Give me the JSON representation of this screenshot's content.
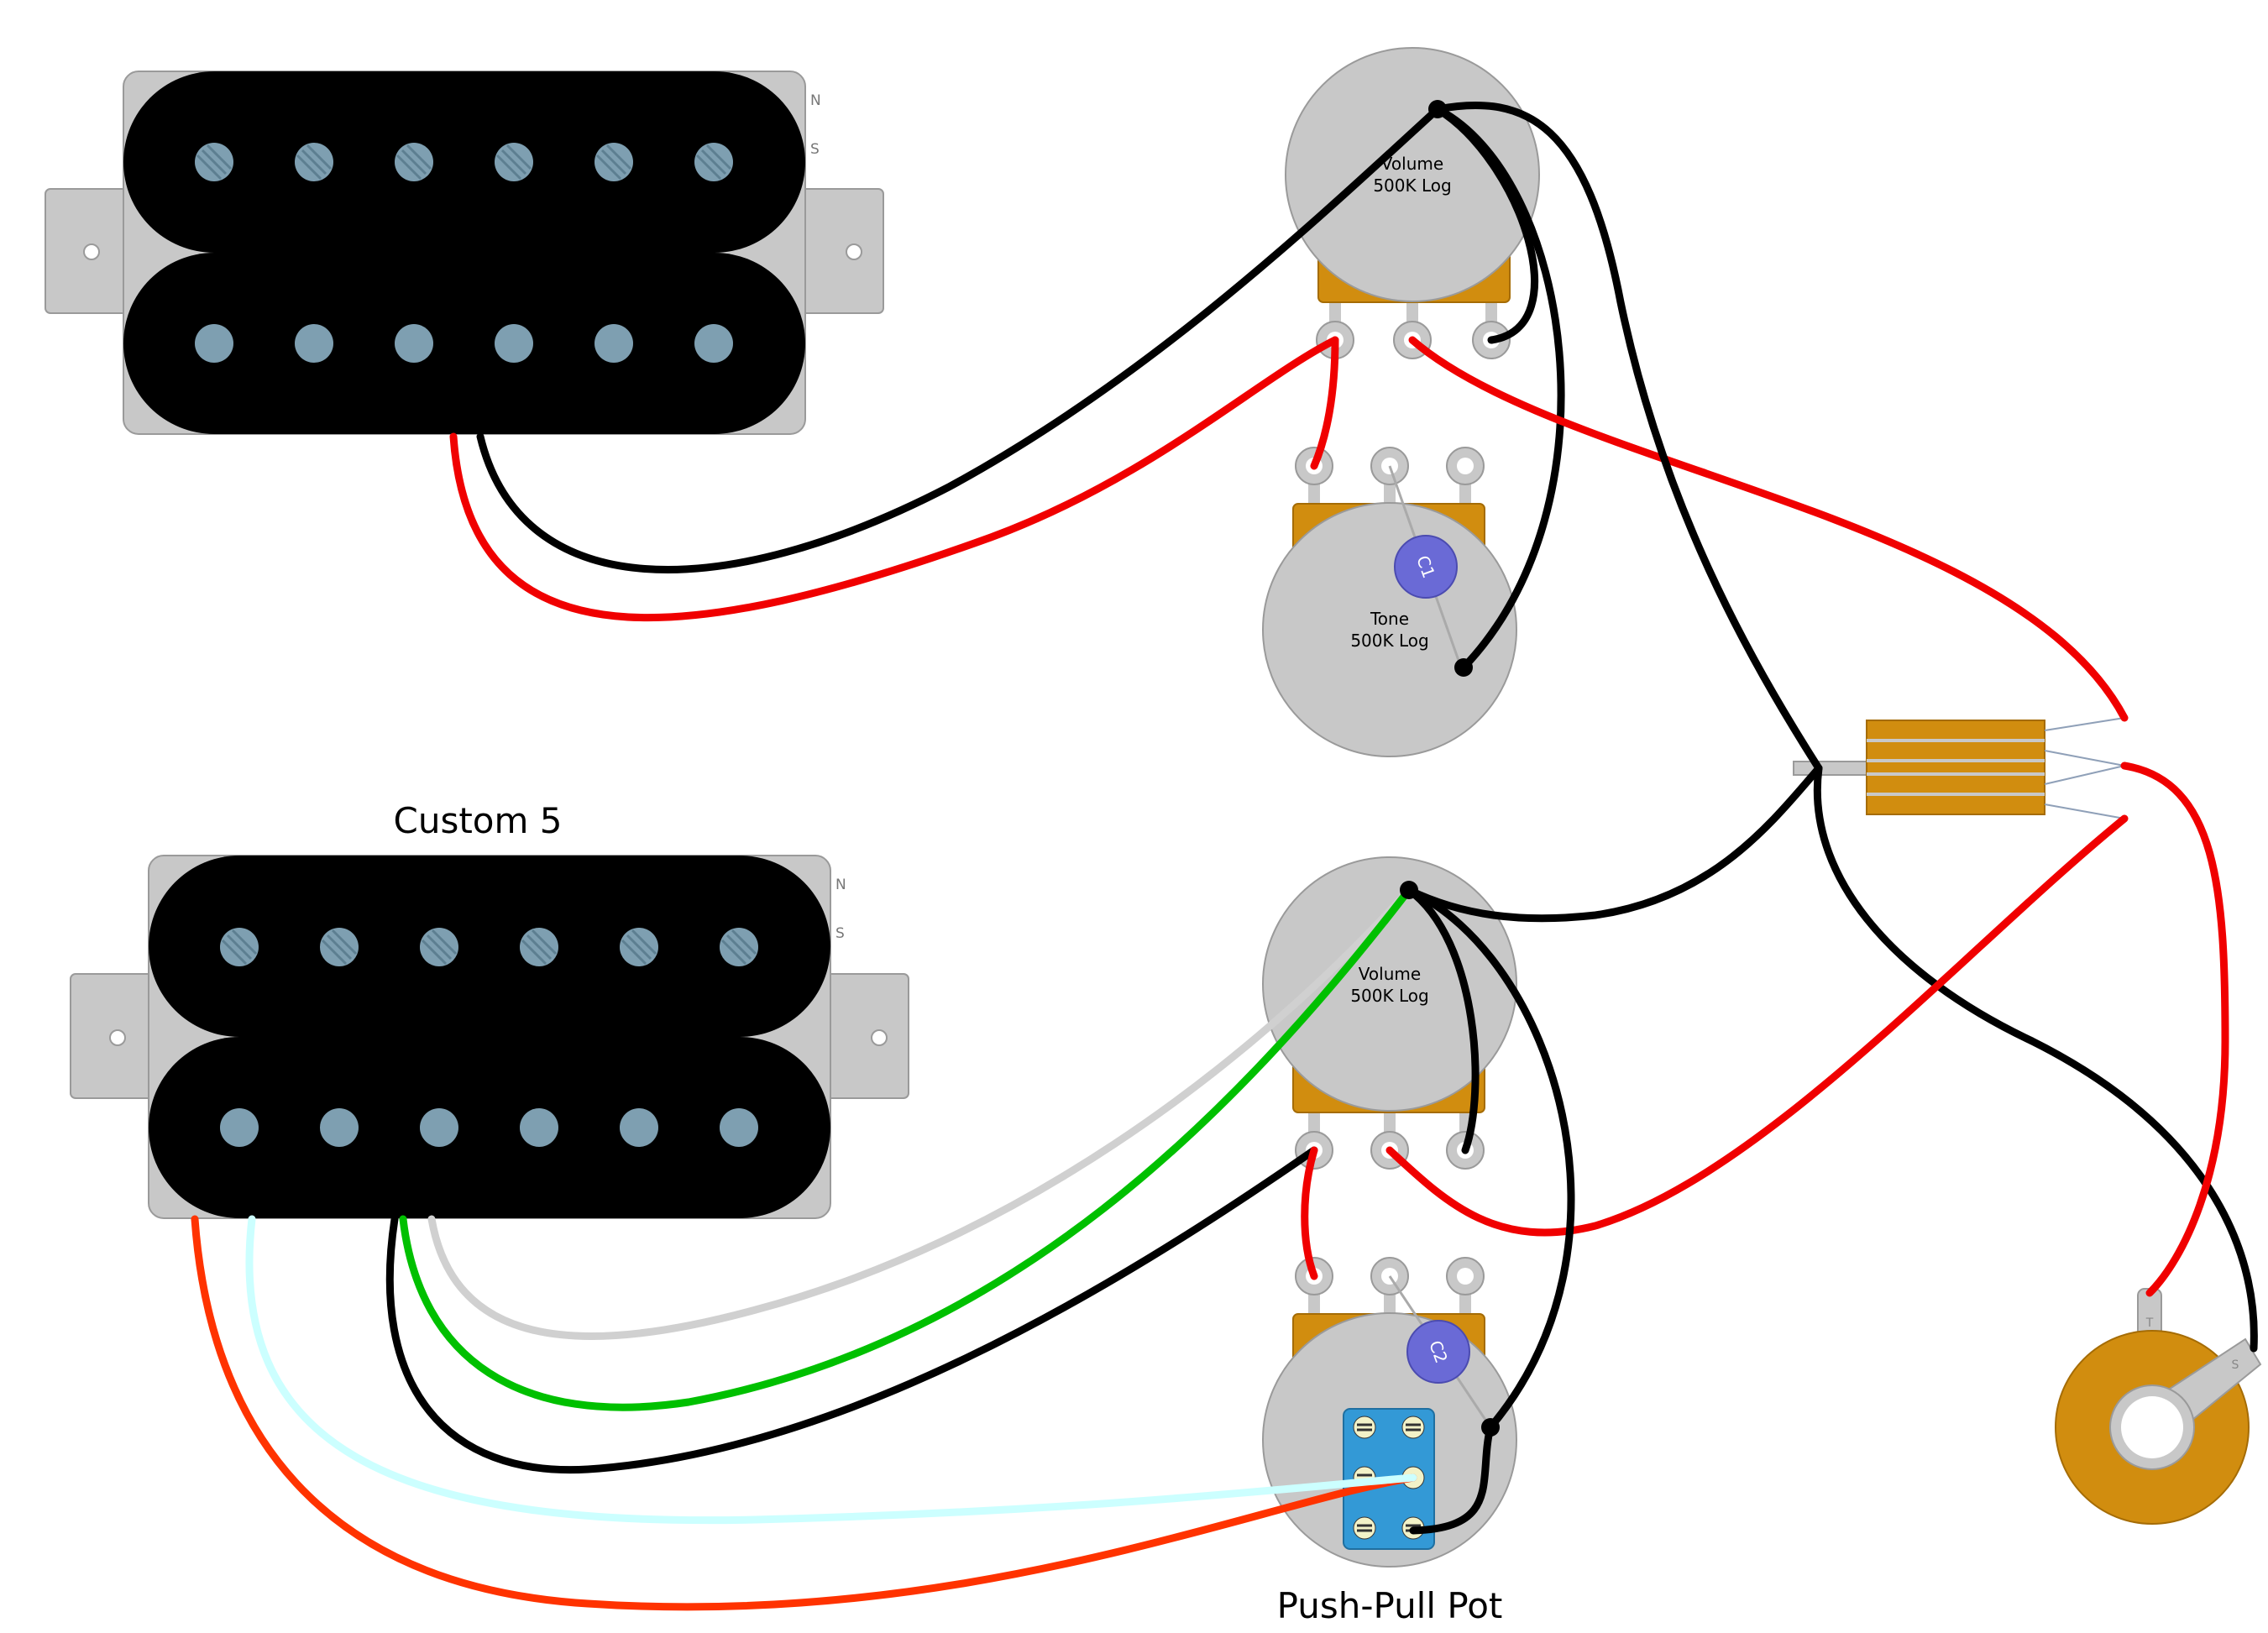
{
  "pickups": {
    "neck": {
      "title": "",
      "north_label": "N",
      "south_label": "S"
    },
    "bridge": {
      "title": "Custom 5",
      "north_label": "N",
      "south_label": "S"
    }
  },
  "pots": {
    "neck_volume": {
      "line1": "Volume",
      "line2": "500K Log"
    },
    "neck_tone": {
      "line1": "Tone",
      "line2": "500K Log",
      "cap": "C1"
    },
    "bridge_volume": {
      "line1": "Volume",
      "line2": "500K Log"
    },
    "bridge_tone": {
      "label": "Push-Pull Pot",
      "cap": "C2"
    }
  },
  "jack": {
    "tip_label": "T",
    "sleeve_label": "S"
  },
  "colors": {
    "pickup_cover": "#000000",
    "baseplate": "#c8c8c8",
    "pole_piece": "#7e9fb1",
    "pot_body": "#c8c8c8",
    "pot_bracket": "#d18d0f",
    "capacitor": "#6a6ad6",
    "switch_body": "#3399d6",
    "jack_body": "#d18d0f",
    "wire_red": "#f00000",
    "wire_black": "#000000",
    "wire_green": "#00c000",
    "wire_white": "#d0d0d0",
    "wire_light_blue": "#ccffff",
    "wire_orange_red": "#ff3300"
  }
}
